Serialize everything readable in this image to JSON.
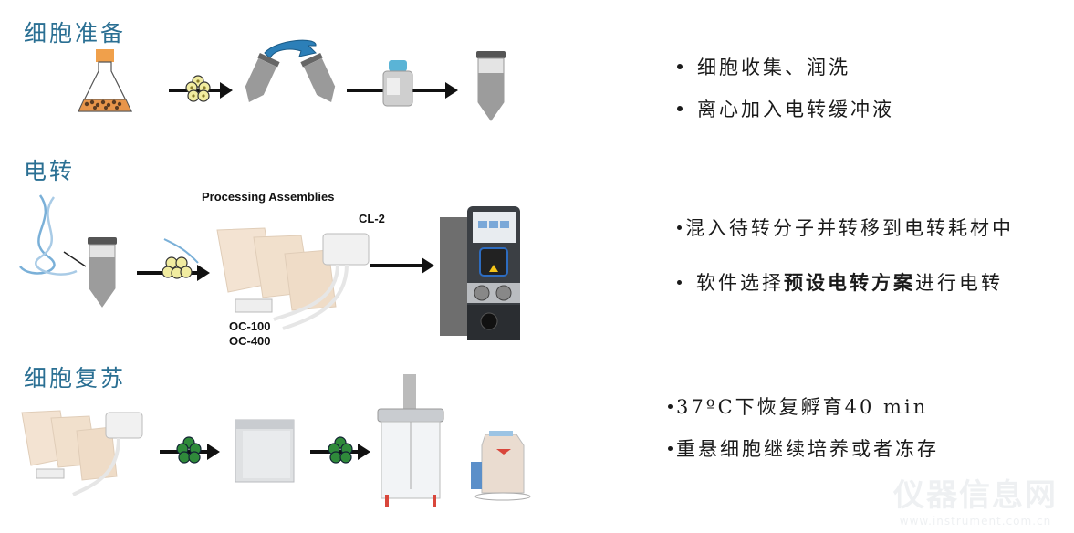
{
  "sections": [
    {
      "title": "细胞准备",
      "bullets": [
        "细胞收集、润洗",
        "离心加入电转缓冲液"
      ]
    },
    {
      "title": "电转",
      "labels": {
        "processing": "Processing Assemblies",
        "cl2": "CL-2",
        "oc100": "OC-100",
        "oc400": "OC-400"
      },
      "bullets": [
        {
          "text": "混入待转分子并转移到电转耗材中"
        },
        {
          "prefix": "软件选择",
          "bold": "预设电转方案",
          "suffix": "进行电转"
        }
      ]
    },
    {
      "title": "细胞复苏",
      "bullets": [
        "37ºC下恢复孵育40 min",
        "重悬细胞继续培养或者冻存"
      ]
    }
  ],
  "watermark": {
    "text": "仪器信息网",
    "url": "www.instrument.com.cn"
  },
  "colors": {
    "title": "#2a6f93",
    "flask_cap": "#f0a04b",
    "flask_liquid": "#e8954a",
    "cells_yellow": "#f1eca0",
    "cells_green": "#2f8a3a",
    "rotate_arrow": "#2c7fb8",
    "bottle_cap": "#5ab4d6",
    "device_accent": "#2d6cc0"
  }
}
